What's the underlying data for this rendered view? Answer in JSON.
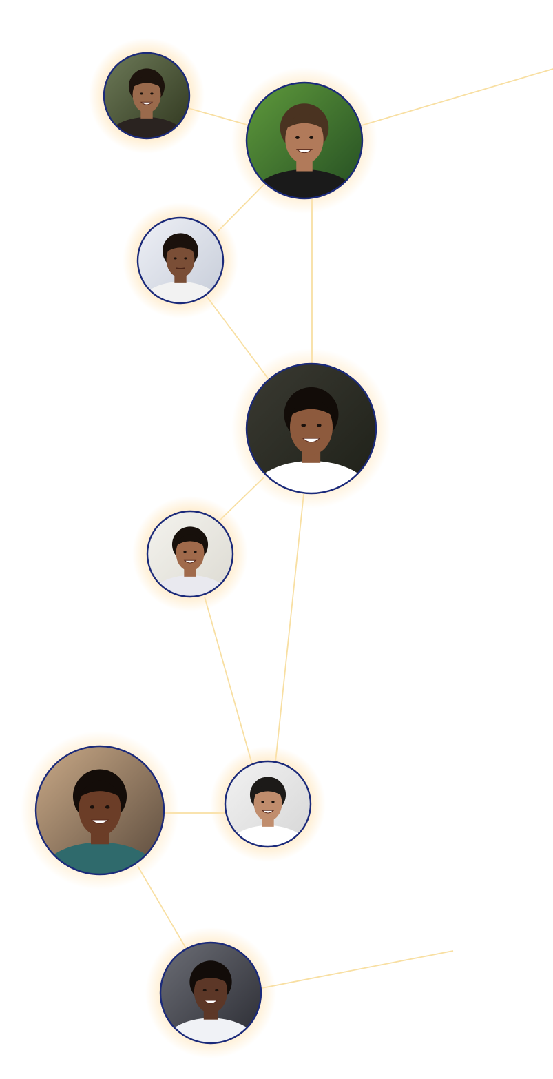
{
  "colors": {
    "background": "#ffffff",
    "connector_line": "#f8dfa2",
    "avatar_border": "#1b2a7a",
    "avatar_glow": "#ffe3b4"
  },
  "avatars": [
    {
      "id": "p1",
      "palette": {
        "bg1": "#6d7a58",
        "bg2": "#30371f",
        "skin": "#9a6a4c",
        "hair": "#1d130d",
        "shirt": "#2a2320"
      },
      "expression": "smile"
    },
    {
      "id": "p2",
      "palette": {
        "bg1": "#5f9a3c",
        "bg2": "#244d22",
        "skin": "#b17a5a",
        "hair": "#4a3321",
        "shirt": "#1a1a1a"
      },
      "expression": "smile"
    },
    {
      "id": "p3",
      "palette": {
        "bg1": "#eef0f6",
        "bg2": "#c6ccd8",
        "skin": "#7a4e36",
        "hair": "#1a110c",
        "shirt": "#f2f2f2"
      },
      "expression": "neutral"
    },
    {
      "id": "p4",
      "palette": {
        "bg1": "#3a3a32",
        "bg2": "#1e2018",
        "skin": "#8d5a3d",
        "hair": "#120c08",
        "shirt": "#ffffff"
      },
      "expression": "smile"
    },
    {
      "id": "p5",
      "palette": {
        "bg1": "#f4f3ee",
        "bg2": "#dcdad2",
        "skin": "#a06a4b",
        "hair": "#17100b",
        "shirt": "#e9e9ef"
      },
      "expression": "smile"
    },
    {
      "id": "p6",
      "palette": {
        "bg1": "#c9a987",
        "bg2": "#5a4a3c",
        "skin": "#6b3d27",
        "hair": "#140d09",
        "shirt": "#2f6a6c"
      },
      "expression": "smile"
    },
    {
      "id": "p7",
      "palette": {
        "bg1": "#f2f2f2",
        "bg2": "#d6d6d6",
        "skin": "#c08d6d",
        "hair": "#1c1a18",
        "shirt": "#ffffff"
      },
      "expression": "smile"
    },
    {
      "id": "p8",
      "palette": {
        "bg1": "#6c6e76",
        "bg2": "#2b2c33",
        "skin": "#5c3727",
        "hair": "#120c09",
        "shirt": "#f0f2f6"
      },
      "expression": "smile"
    }
  ]
}
